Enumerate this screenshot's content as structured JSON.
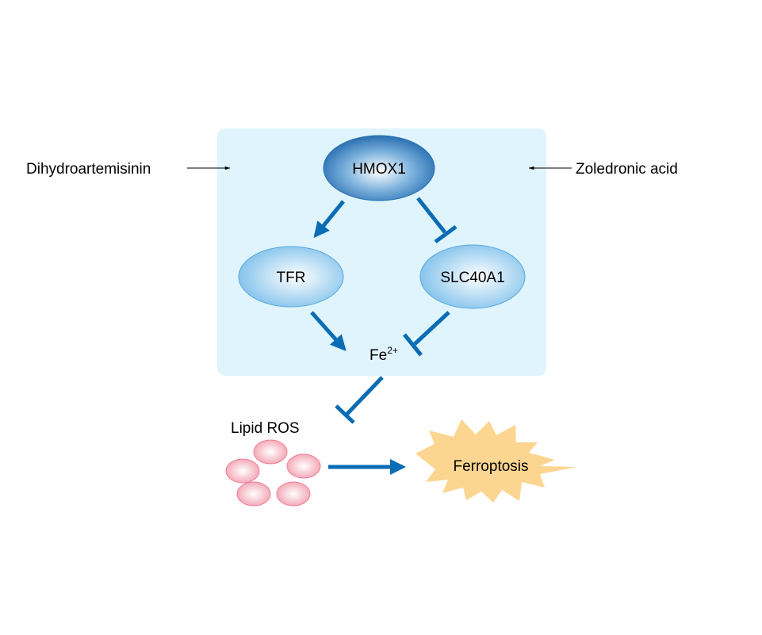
{
  "diagram": {
    "title": "HMOX1-mediated ferroptosis pathway",
    "left_drug": "Dihydroartemisinin",
    "right_drug": "Zoledronic acid",
    "nodes": {
      "hmox1": "HMOX1",
      "tfr": "TFR",
      "slc40a1": "SLC40A1",
      "fe_base": "Fe",
      "fe_sup": "2+",
      "lipid_ros": "Lipid ROS",
      "ferroptosis": "Ferroptosis"
    },
    "edges": [
      {
        "from": "Dihydroartemisinin",
        "to": "pathway box",
        "type": "activation"
      },
      {
        "from": "Zoledronic acid",
        "to": "pathway box",
        "type": "activation"
      },
      {
        "from": "HMOX1",
        "to": "TFR",
        "type": "activation"
      },
      {
        "from": "HMOX1",
        "to": "SLC40A1",
        "type": "inhibition"
      },
      {
        "from": "TFR",
        "to": "Fe2+",
        "type": "activation"
      },
      {
        "from": "SLC40A1",
        "to": "Fe2+",
        "type": "inhibition"
      },
      {
        "from": "Fe2+",
        "to": "Lipid ROS",
        "type": "inhibition"
      },
      {
        "from": "Lipid ROS",
        "to": "Ferroptosis",
        "type": "activation"
      }
    ],
    "colors": {
      "box_bg": "#dff4fc",
      "arrow": "#0a6cb4",
      "hmox1_dark": "#2a72b5",
      "node_light": "#8cc8ee",
      "ros_pink": "#f4a6b4",
      "ros_border": "#ee7f98",
      "burst": "#fcd590"
    }
  }
}
